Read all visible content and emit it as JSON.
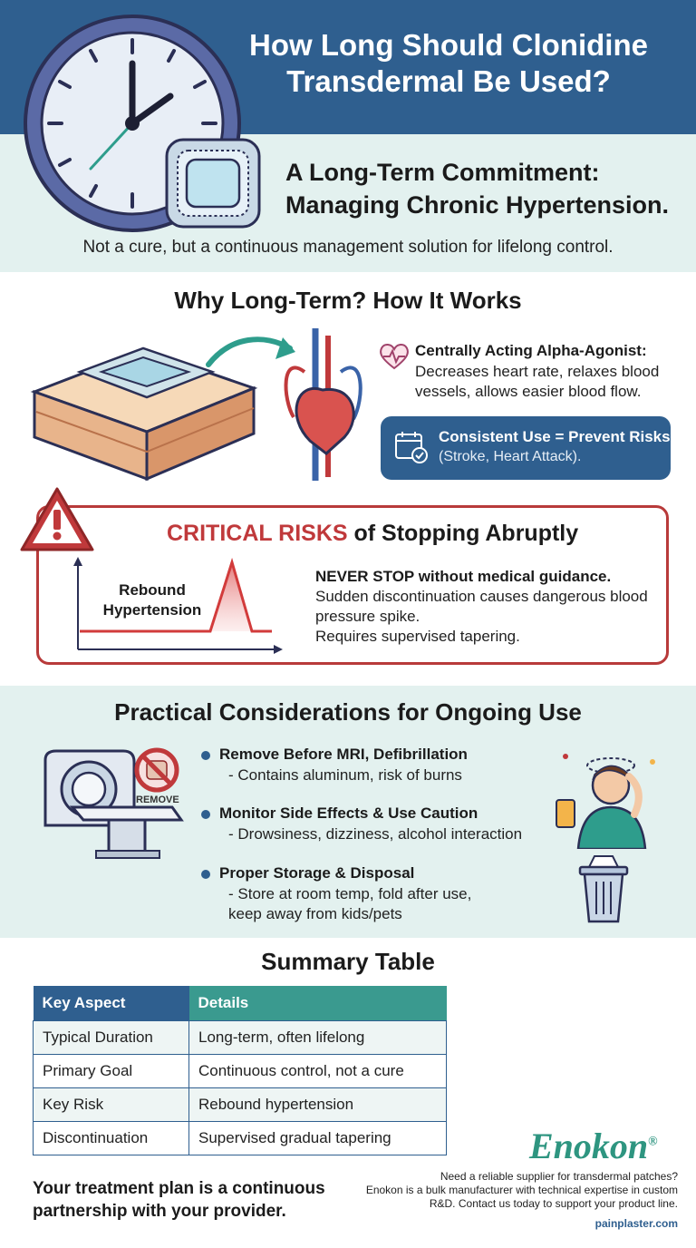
{
  "header": {
    "title_line1": "How Long Should Clonidine",
    "title_line2": "Transdermal Be Used?",
    "subtitle_line1": "A Long-Term Commitment:",
    "subtitle_line2": "Managing Chronic Hypertension.",
    "tagline": "Not a cure, but a continuous management solution for lifelong control."
  },
  "how_it_works": {
    "title": "Why Long-Term? How It Works",
    "alpha_title": "Centrally Acting Alpha-Agonist:",
    "alpha_desc": "Decreases heart rate, relaxes blood vessels, allows easier blood flow.",
    "consistent_title": "Consistent Use = Prevent Risks",
    "consistent_desc": "(Stroke, Heart Attack)."
  },
  "risks": {
    "title_red": "CRITICAL RISKS",
    "title_rest": " of Stopping Abruptly",
    "graph_label_line1": "Rebound",
    "graph_label_line2": "Hypertension",
    "never_stop": "NEVER STOP without medical guidance.",
    "desc_line1": "Sudden discontinuation causes dangerous blood pressure spike.",
    "desc_line2": "Requires supervised tapering."
  },
  "practical": {
    "title": "Practical Considerations for Ongoing Use",
    "remove_label": "REMOVE",
    "items": [
      {
        "title": "Remove Before MRI, Defibrillation",
        "desc": "- Contains aluminum, risk of burns"
      },
      {
        "title": "Monitor Side Effects & Use Caution",
        "desc": "- Drowsiness, dizziness, alcohol interaction"
      },
      {
        "title": "Proper Storage & Disposal",
        "desc": "- Store at room temp, fold after use, keep away from kids/pets"
      }
    ]
  },
  "summary": {
    "title": "Summary Table",
    "headers": [
      "Key Aspect",
      "Details"
    ],
    "rows": [
      [
        "Typical Duration",
        "Long-term, often lifelong"
      ],
      [
        "Primary Goal",
        "Continuous control, not a cure"
      ],
      [
        "Key Risk",
        "Rebound hypertension"
      ],
      [
        "Discontinuation",
        "Supervised gradual tapering"
      ]
    ]
  },
  "footer": {
    "closing": "Your treatment plan is a continuous partnership with your provider.",
    "brand": "Enokon",
    "brand_mark": "®",
    "supplier_line1": "Need a reliable supplier for transdermal patches?",
    "supplier_line2": "Enokon is a bulk manufacturer with technical expertise in custom R&D. Contact us today to support your product line.",
    "website": "painplaster.com"
  },
  "colors": {
    "navy": "#2f5f8f",
    "teal": "#3a9a8f",
    "mint_bg": "#e3f1ef",
    "alert_red": "#c0393b",
    "brand_green": "#2e9580"
  }
}
